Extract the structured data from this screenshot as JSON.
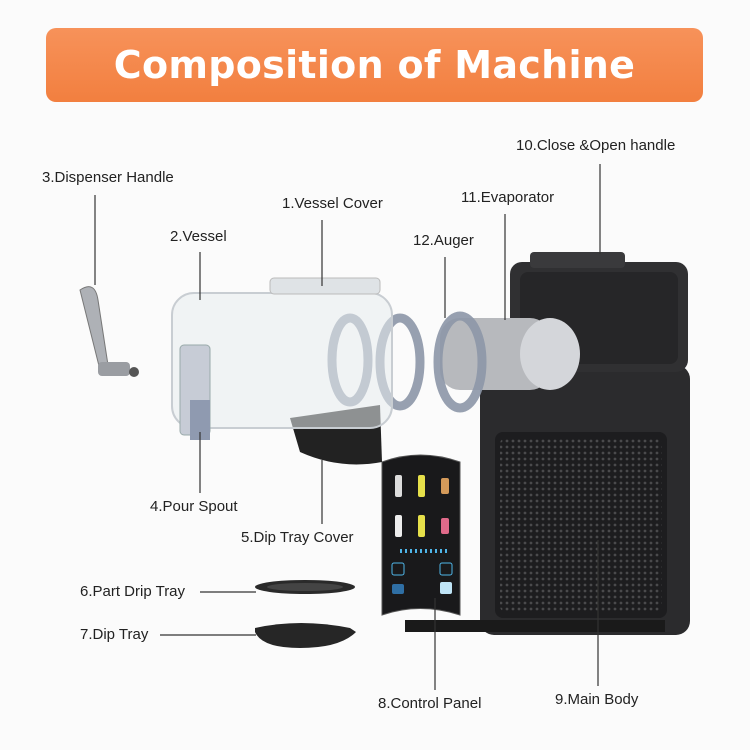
{
  "title": "Composition of Machine",
  "colors": {
    "banner": "#f58847",
    "machine": "#2b2b2d",
    "text": "#222222"
  },
  "labels": [
    "1.Vessel Cover",
    "2.Vessel",
    "3.Dispenser Handle",
    "4.Pour Spout",
    "5.Dip Tray Cover",
    "6.Part Drip Tray",
    "7.Dip Tray",
    "8.Control Panel",
    "9.Main Body",
    "10.Close &Open handle",
    "11.Evaporator",
    "12.Auger"
  ]
}
